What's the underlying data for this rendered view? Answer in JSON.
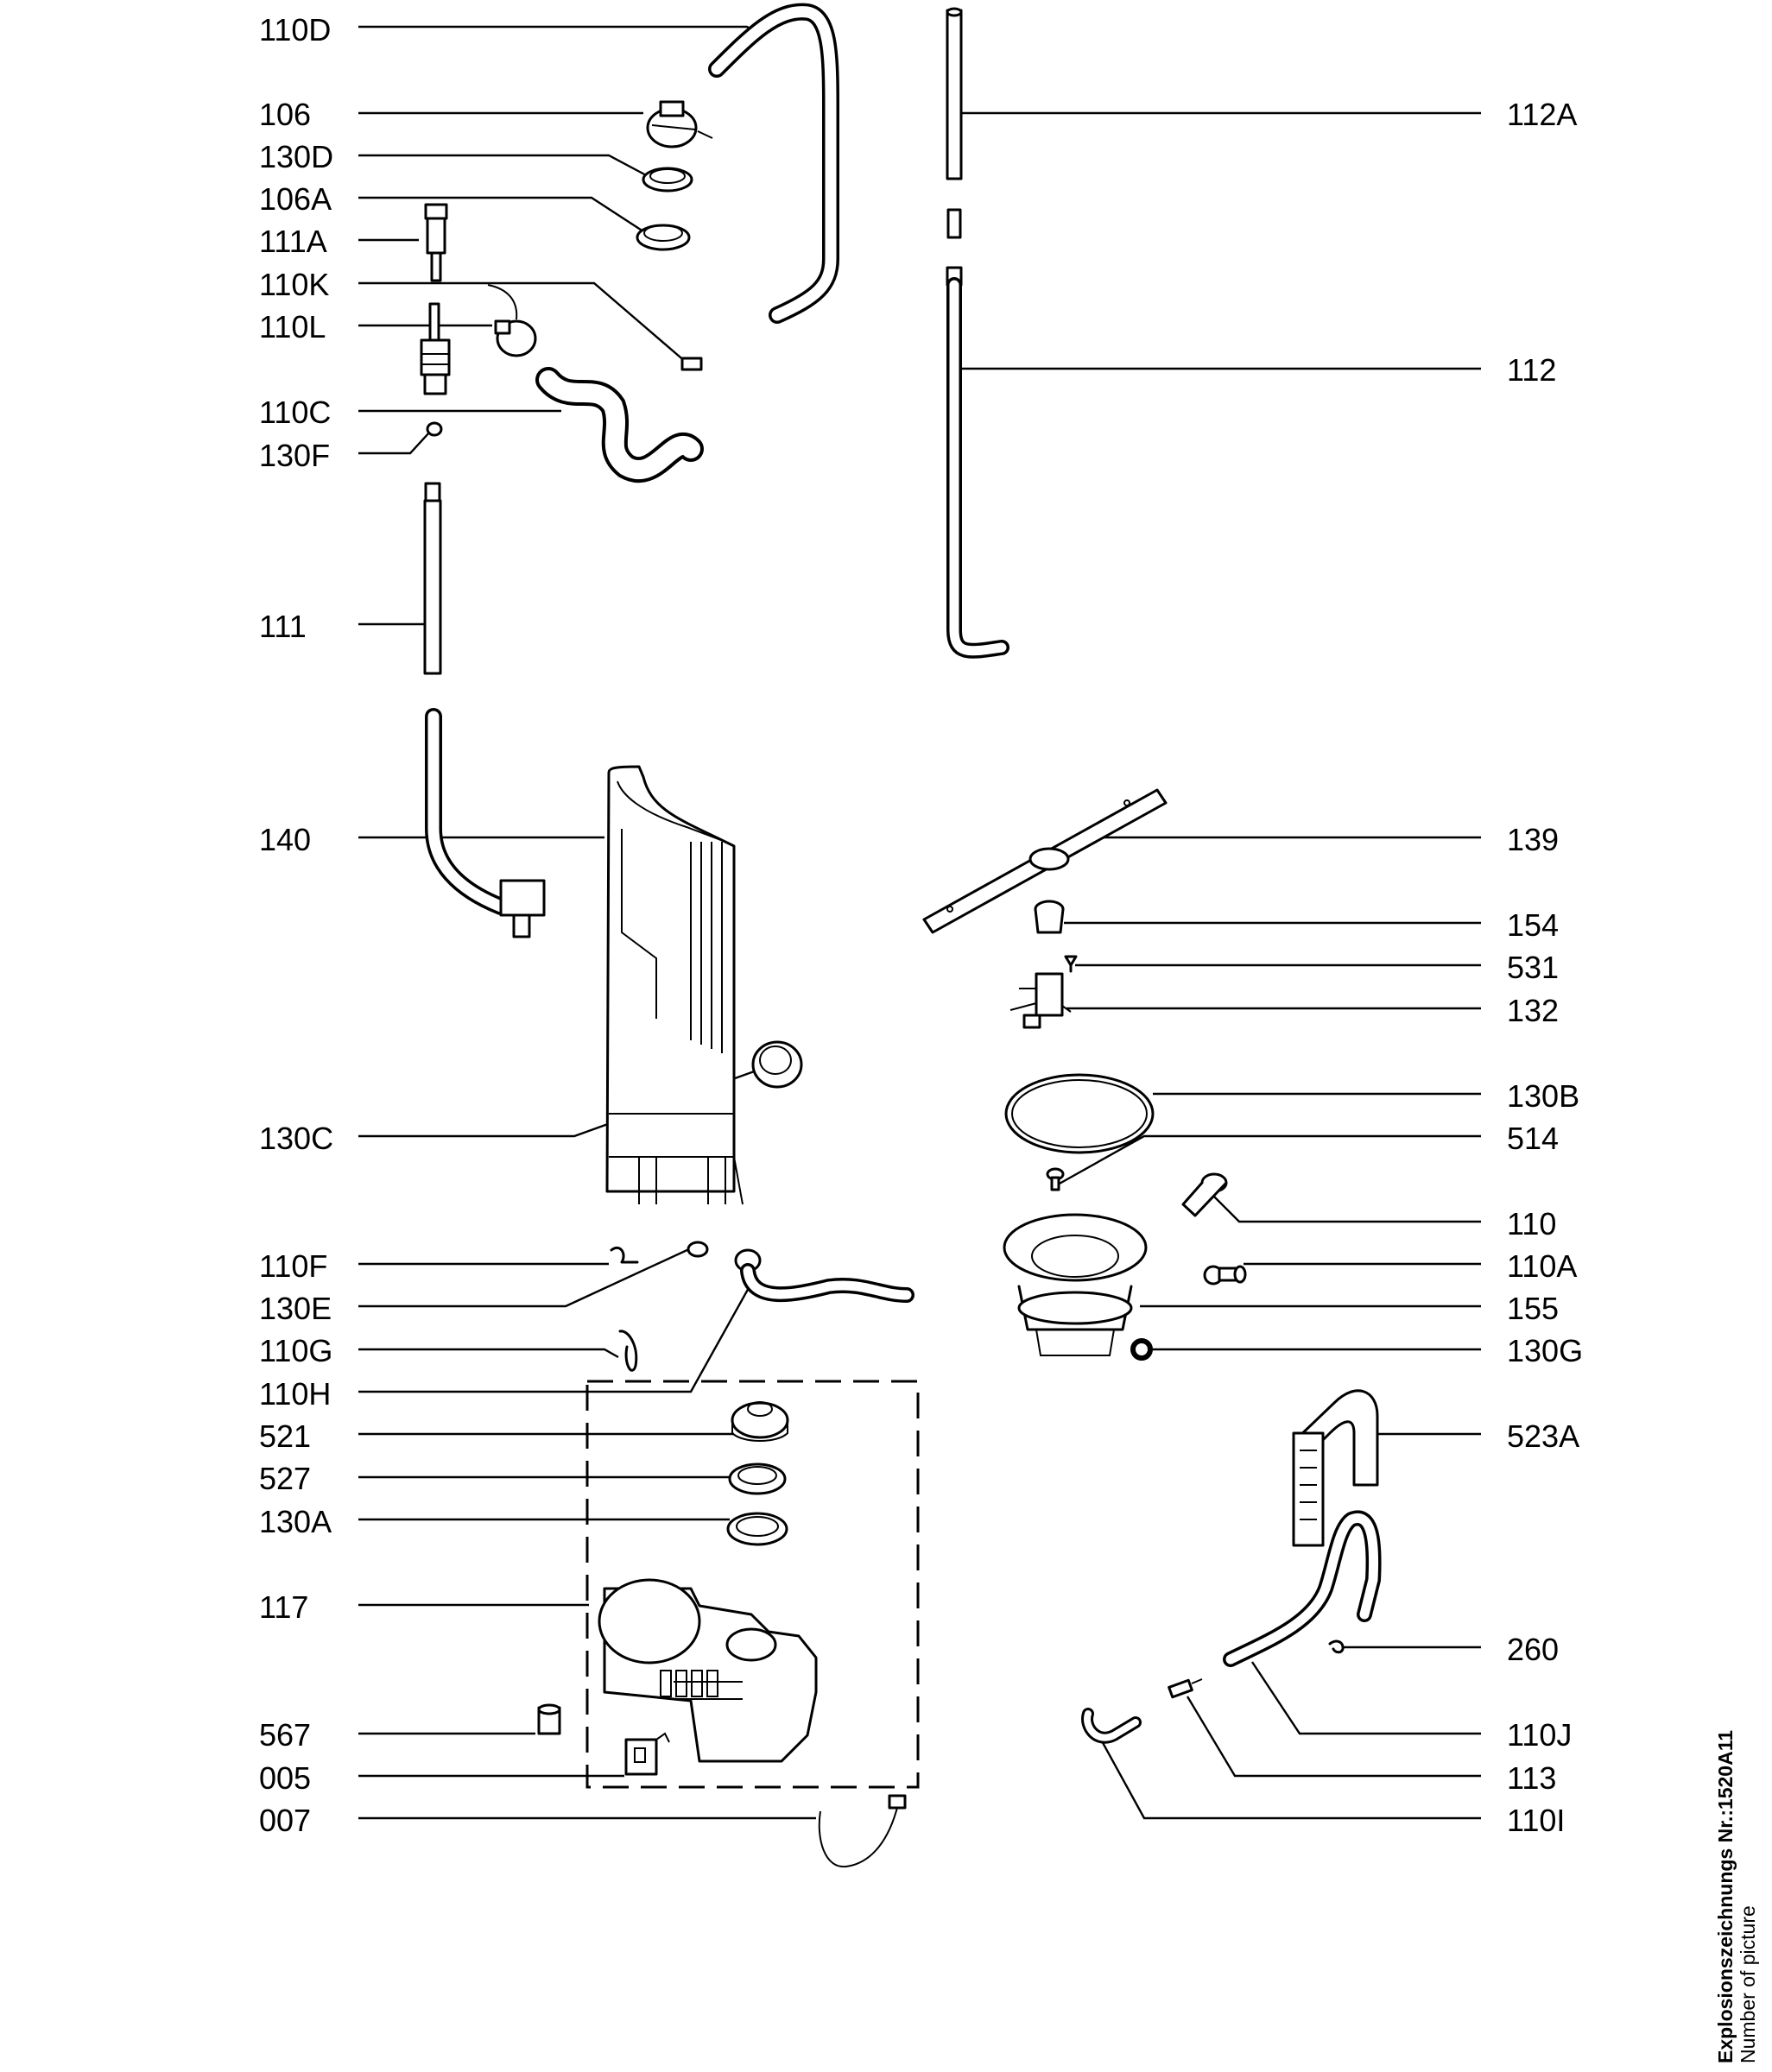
{
  "labels": {
    "l110D": "110D",
    "l106": "106",
    "l130D": "130D",
    "l106A": "106A",
    "l111A": "111A",
    "l110K": "110K",
    "l110L": "110L",
    "l110C": "110C",
    "l130F": "130F",
    "l111": "111",
    "l140": "140",
    "l130C": "130C",
    "l110F": "110F",
    "l130E": "130E",
    "l110G": "110G",
    "l110H": "110H",
    "l521": "521",
    "l527": "527",
    "l130A": "130A",
    "l117": "117",
    "l567": "567",
    "l005": "005",
    "l007": "007",
    "l112A": "112A",
    "l112": "112",
    "l139": "139",
    "l154": "154",
    "l531": "531",
    "l132": "132",
    "l130B": "130B",
    "l514": "514",
    "l110": "110",
    "l110A": "110A",
    "l155": "155",
    "l130G": "130G",
    "l523A": "523A",
    "l260": "260",
    "l110J": "110J",
    "l113": "113",
    "l110I": "110I"
  },
  "footer": {
    "line1": "Explosionszeichnungs Nr.:1520A11",
    "line2": "Number of picture"
  }
}
